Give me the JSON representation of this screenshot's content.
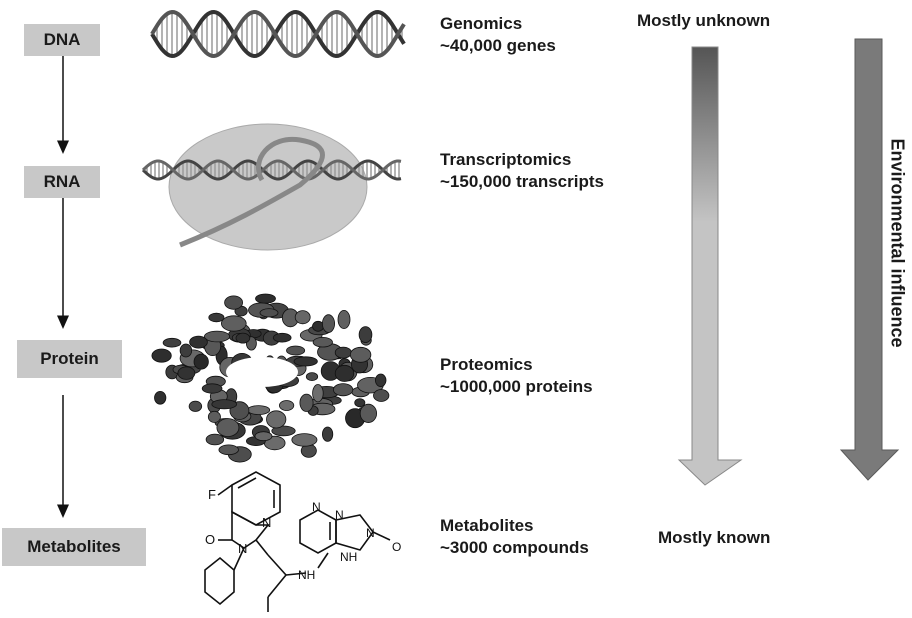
{
  "stages": [
    {
      "label": "DNA"
    },
    {
      "label": "RNA"
    },
    {
      "label": "Protein"
    },
    {
      "label": "Metabolites"
    }
  ],
  "omics": [
    {
      "name": "Genomics",
      "count": "~40,000 genes"
    },
    {
      "name": "Transcriptomics",
      "count": "~150,000 transcripts"
    },
    {
      "name": "Proteomics",
      "count": "~1000,000 proteins"
    },
    {
      "name": "Metabolites",
      "count": "~3000 compounds"
    }
  ],
  "knowledge": {
    "top": "Mostly unknown",
    "bottom": "Mostly known"
  },
  "influence": "Environmental influence",
  "molecule_atoms": [
    "F",
    "O",
    "N",
    "N",
    "NH",
    "N",
    "N",
    "N",
    "NH",
    "O"
  ],
  "colors": {
    "box": "#c8c8c8",
    "arrow_dark": "#555555",
    "arrow_light": "#c4c4c4",
    "influence_arrow": "#7a7a7a"
  }
}
